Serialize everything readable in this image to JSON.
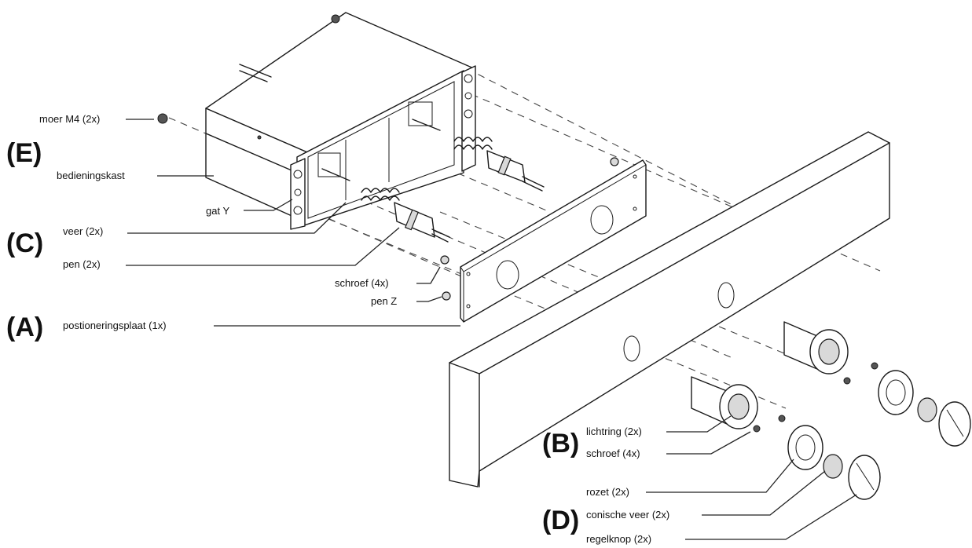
{
  "parts": {
    "moer": "moer M4 (2x)",
    "bedieningskast": "bedieningskast",
    "gat_y": "gat Y",
    "veer": "veer (2x)",
    "pen": "pen (2x)",
    "schroef_top": "schroef (4x)",
    "pen_z": "pen Z",
    "positioneringsplaat": "postioneringsplaat (1x)",
    "lichtring": "lichtring (2x)",
    "schroef_bottom": "schroef (4x)",
    "rozet": "rozet (2x)",
    "conische_veer": "conische veer (2x)",
    "regelknop": "regelknop (2x)"
  },
  "groups": {
    "e": "(E)",
    "c": "(C)",
    "a": "(A)",
    "b": "(B)",
    "d": "(D)"
  }
}
